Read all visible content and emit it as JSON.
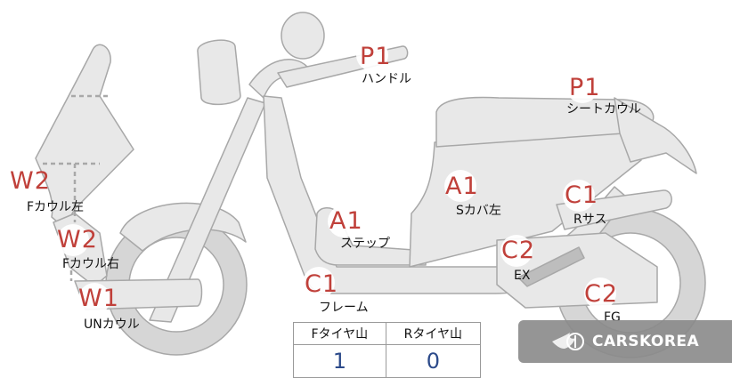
{
  "markers": [
    {
      "id": "handle",
      "code": "P1",
      "label": "ハンドル"
    },
    {
      "id": "seat-cowl",
      "code": "P1",
      "label": "シートカウル"
    },
    {
      "id": "f-cowl-left",
      "code": "W2",
      "label": "Fカウル左"
    },
    {
      "id": "f-cowl-right",
      "code": "W2",
      "label": "Fカウル右"
    },
    {
      "id": "un-cowl",
      "code": "W1",
      "label": "UNカウル"
    },
    {
      "id": "step",
      "code": "A1",
      "label": "ステップ"
    },
    {
      "id": "s-cover-left",
      "code": "A1",
      "label": "Sカバ左"
    },
    {
      "id": "r-suspension",
      "code": "C1",
      "label": "Rサス"
    },
    {
      "id": "frame",
      "code": "C1",
      "label": "フレーム"
    },
    {
      "id": "exhaust",
      "code": "C2",
      "label": "EX"
    },
    {
      "id": "fg",
      "code": "C2",
      "label": "FG"
    }
  ],
  "tire_table": {
    "headers": [
      "Fタイヤ山",
      "Rタイヤ山"
    ],
    "values": [
      "1",
      "0"
    ]
  },
  "watermark": {
    "text": "CARSKOREA"
  },
  "colors": {
    "code": "#c0403a",
    "part_fill": "#e8e8e8",
    "part_stroke": "#a8a8a8",
    "value": "#2c4a8a"
  }
}
